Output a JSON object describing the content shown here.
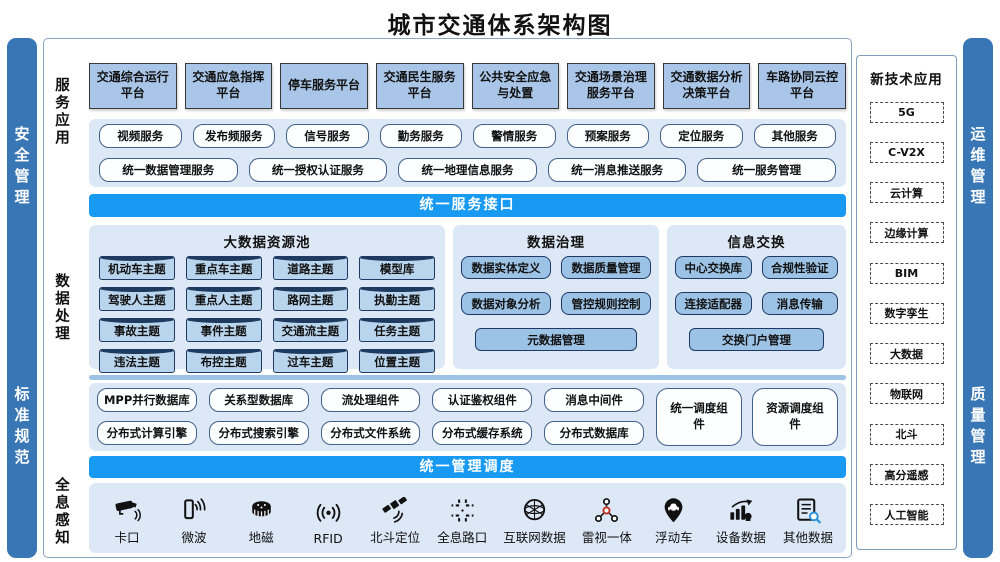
{
  "title": "城市交通体系架构图",
  "colors": {
    "side_bar": "#3876b5",
    "banner_blue": "#1899f2",
    "panel_bg": "#dce8f6",
    "platform_fill": "#a9c6e8",
    "cylinder_fill": "#b9d5ee",
    "cylinder_border": "#1f3864",
    "exchange_box_fill": "#9cc3e6",
    "accent_red": "#c0392b",
    "accent_blue": "#2b8fdd"
  },
  "side_bars": {
    "left_top": "安全管理",
    "left_bottom": "标准规范",
    "right_top": "运维管理",
    "right_bottom": "质量管理"
  },
  "service_app": {
    "label": "服务应用",
    "platforms": [
      "交通综合运行平台",
      "交通应急指挥平台",
      "停车服务平台",
      "交通民生服务平台",
      "公共安全应急与处置",
      "交通场景治理服务平台",
      "交通数据分析决策平台",
      "车路协同云控平台"
    ],
    "services": [
      "视频服务",
      "发布频服务",
      "信号服务",
      "勤务服务",
      "警情服务",
      "预案服务",
      "定位服务",
      "其他服务"
    ],
    "unified_services": [
      "统一数据管理服务",
      "统一授权认证服务",
      "统一地理信息服务",
      "统一消息推送服务",
      "统一服务管理"
    ]
  },
  "banners": {
    "service_interface": "统一服务接口",
    "management_dispatch": "统一管理调度"
  },
  "data_processing": {
    "label": "数据处理",
    "bigdata_pool": {
      "title": "大数据资源池",
      "items": [
        "机动车主题",
        "重点车主题",
        "道路主题",
        "模型库",
        "驾驶人主题",
        "重点人主题",
        "路网主题",
        "执勤主题",
        "事故主题",
        "事件主题",
        "交通流主题",
        "任务主题",
        "违法主题",
        "布控主题",
        "过车主题",
        "位置主题"
      ]
    },
    "data_governance": {
      "title": "数据治理",
      "items": [
        "数据实体定义",
        "数据质量管理",
        "数据对象分析",
        "管控规则控制",
        "元数据管理"
      ]
    },
    "info_exchange": {
      "title": "信息交换",
      "items": [
        "中心交换库",
        "合规性验证",
        "连接适配器",
        "消息传输",
        "交换门户管理"
      ]
    }
  },
  "components": {
    "row1": [
      "MPP并行数据库",
      "关系型数据库",
      "流处理组件",
      "认证鉴权组件",
      "消息中间件"
    ],
    "row2": [
      "分布式计算引擎",
      "分布式搜索引擎",
      "分布式文件系统",
      "分布式缓存系统",
      "分布式数据库"
    ],
    "schedulers": [
      "统一调度组件",
      "资源调度组件"
    ]
  },
  "perception": {
    "label": "全息感知",
    "items": [
      {
        "label": "卡口",
        "icon": "checkpoint-camera-icon"
      },
      {
        "label": "微波",
        "icon": "microwave-icon"
      },
      {
        "label": "地磁",
        "icon": "geomagnetic-icon"
      },
      {
        "label": "RFID",
        "icon": "rfid-icon"
      },
      {
        "label": "北斗定位",
        "icon": "beidou-positioning-icon"
      },
      {
        "label": "全息路口",
        "icon": "holographic-intersection-icon"
      },
      {
        "label": "互联网数据",
        "icon": "internet-data-icon"
      },
      {
        "label": "雷视一体",
        "icon": "radar-vision-icon"
      },
      {
        "label": "浮动车",
        "icon": "floating-car-icon"
      },
      {
        "label": "设备数据",
        "icon": "device-data-icon"
      },
      {
        "label": "其他数据",
        "icon": "other-data-icon"
      }
    ]
  },
  "new_tech": {
    "title": "新技术应用",
    "items": [
      "5G",
      "C-V2X",
      "云计算",
      "边缘计算",
      "BIM",
      "数字孪生",
      "大数据",
      "物联网",
      "北斗",
      "高分遥感",
      "人工智能"
    ]
  }
}
